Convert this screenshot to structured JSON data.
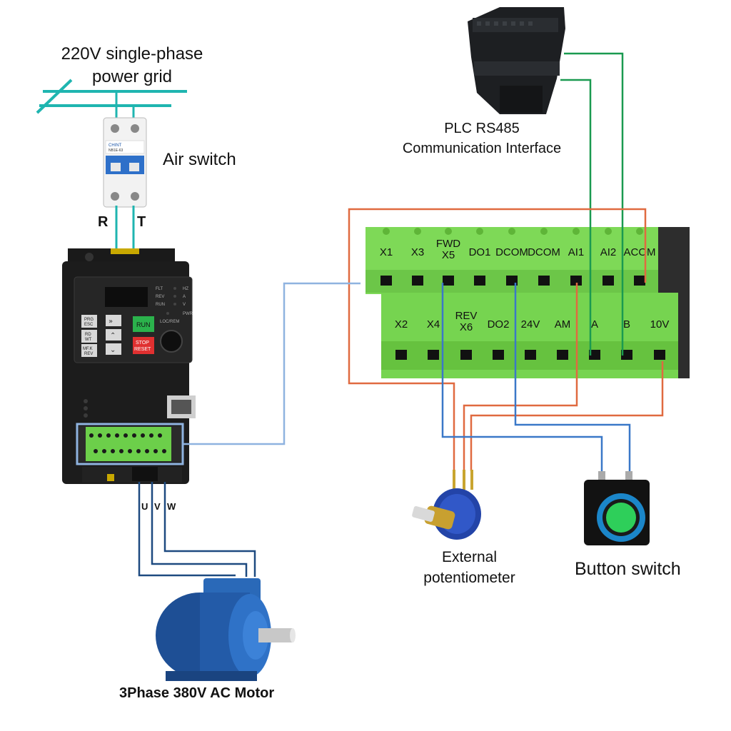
{
  "labels": {
    "grid": [
      "220V single-phase",
      "power grid"
    ],
    "air_switch": "Air switch",
    "phase_r": "R",
    "phase_t": "T",
    "plc": [
      "PLC RS485",
      "Communication Interface"
    ],
    "potentiometer": [
      "External",
      "potentiometer"
    ],
    "button_switch": "Button switch",
    "motor": "3Phase 380V AC Motor",
    "u": "U",
    "v": "V",
    "w": "W"
  },
  "breaker": {
    "brand": "CHINT",
    "model": "NB1E-63"
  },
  "inverter": {
    "indicators_left": [
      "FLT",
      "REV",
      "RUN"
    ],
    "indicators_right": [
      "HZ",
      "A",
      "V"
    ],
    "pwr": "PWR",
    "keys": {
      "prg": [
        "PRG",
        "ESC"
      ],
      "rd": [
        "RD",
        "WT"
      ],
      "mfk": [
        "MF.K",
        "REV"
      ],
      "run": "RUN",
      "stop": [
        "STOP",
        "RESET"
      ],
      "locrem": "LOC/REM"
    }
  },
  "terminals": {
    "top_row": [
      "X1",
      "X3",
      "FWD X5",
      "DO1",
      "DCOM",
      "DCOM",
      "AI1",
      "AI2",
      "ACOM"
    ],
    "bottom_row": [
      "X2",
      "X4",
      "REV X6",
      "DO2",
      "24V",
      "AM",
      "A",
      "B",
      "10V"
    ]
  },
  "colors": {
    "grid_wire": "#1fb5b0",
    "rs485_wire": "#1a9a50",
    "analog_wire": "#e06a40",
    "control_wire": "#3a78c8",
    "motor_wire": "#1e4a80",
    "terminal_green": "#7ed957",
    "inverter_body": "#1c1c1c"
  }
}
